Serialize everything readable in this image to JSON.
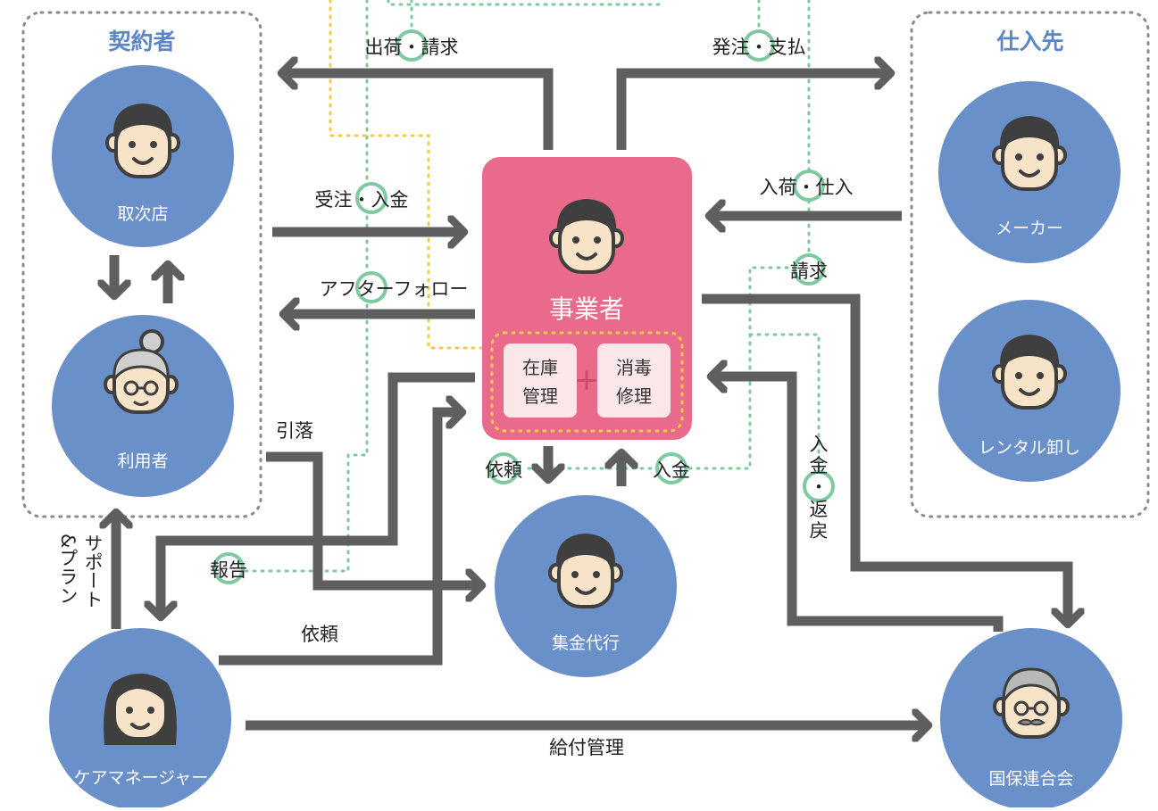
{
  "groups": {
    "contractors": "契約者",
    "suppliers": "仕入先"
  },
  "people": {
    "agency": "取次店",
    "user": "利用者",
    "care_manager": "ケアマネージャー",
    "business": "事業者",
    "collection": "集金代行",
    "maker": "メーカー",
    "rental_wholesale": "レンタル卸し",
    "kokuho": "国保連合会"
  },
  "tasks": {
    "inventory_1": "在庫",
    "inventory_2": "管理",
    "plus": "+",
    "disinfect_1": "消毒",
    "disinfect_2": "修理"
  },
  "flows": {
    "ship_bill": "出荷・請求",
    "order_pay": "発注・支払",
    "order_receive_pay": "受注・入金",
    "arrival_purchase": "入荷・仕入",
    "after_follow": "アフターフォロー",
    "invoice": "請求",
    "debit": "引落",
    "request_collect": "依頼",
    "deposit": "入金",
    "refund_1": "入",
    "refund_2": "金",
    "refund_3": "・",
    "refund_4": "返",
    "refund_5": "戻",
    "support_1": "サポート",
    "support_2": "&プラン",
    "report": "報告",
    "request_care": "依頼",
    "benefit": "給付管理"
  },
  "colors": {
    "person_circle": "#6a90ca",
    "business_box": "#e96a8a",
    "arrow": "#5f5f5f",
    "green_dotted": "#7fc9a1",
    "yellow_dotted": "#f5c94b",
    "group_border": "#8a8a8a",
    "group_title": "#5a86c7"
  }
}
